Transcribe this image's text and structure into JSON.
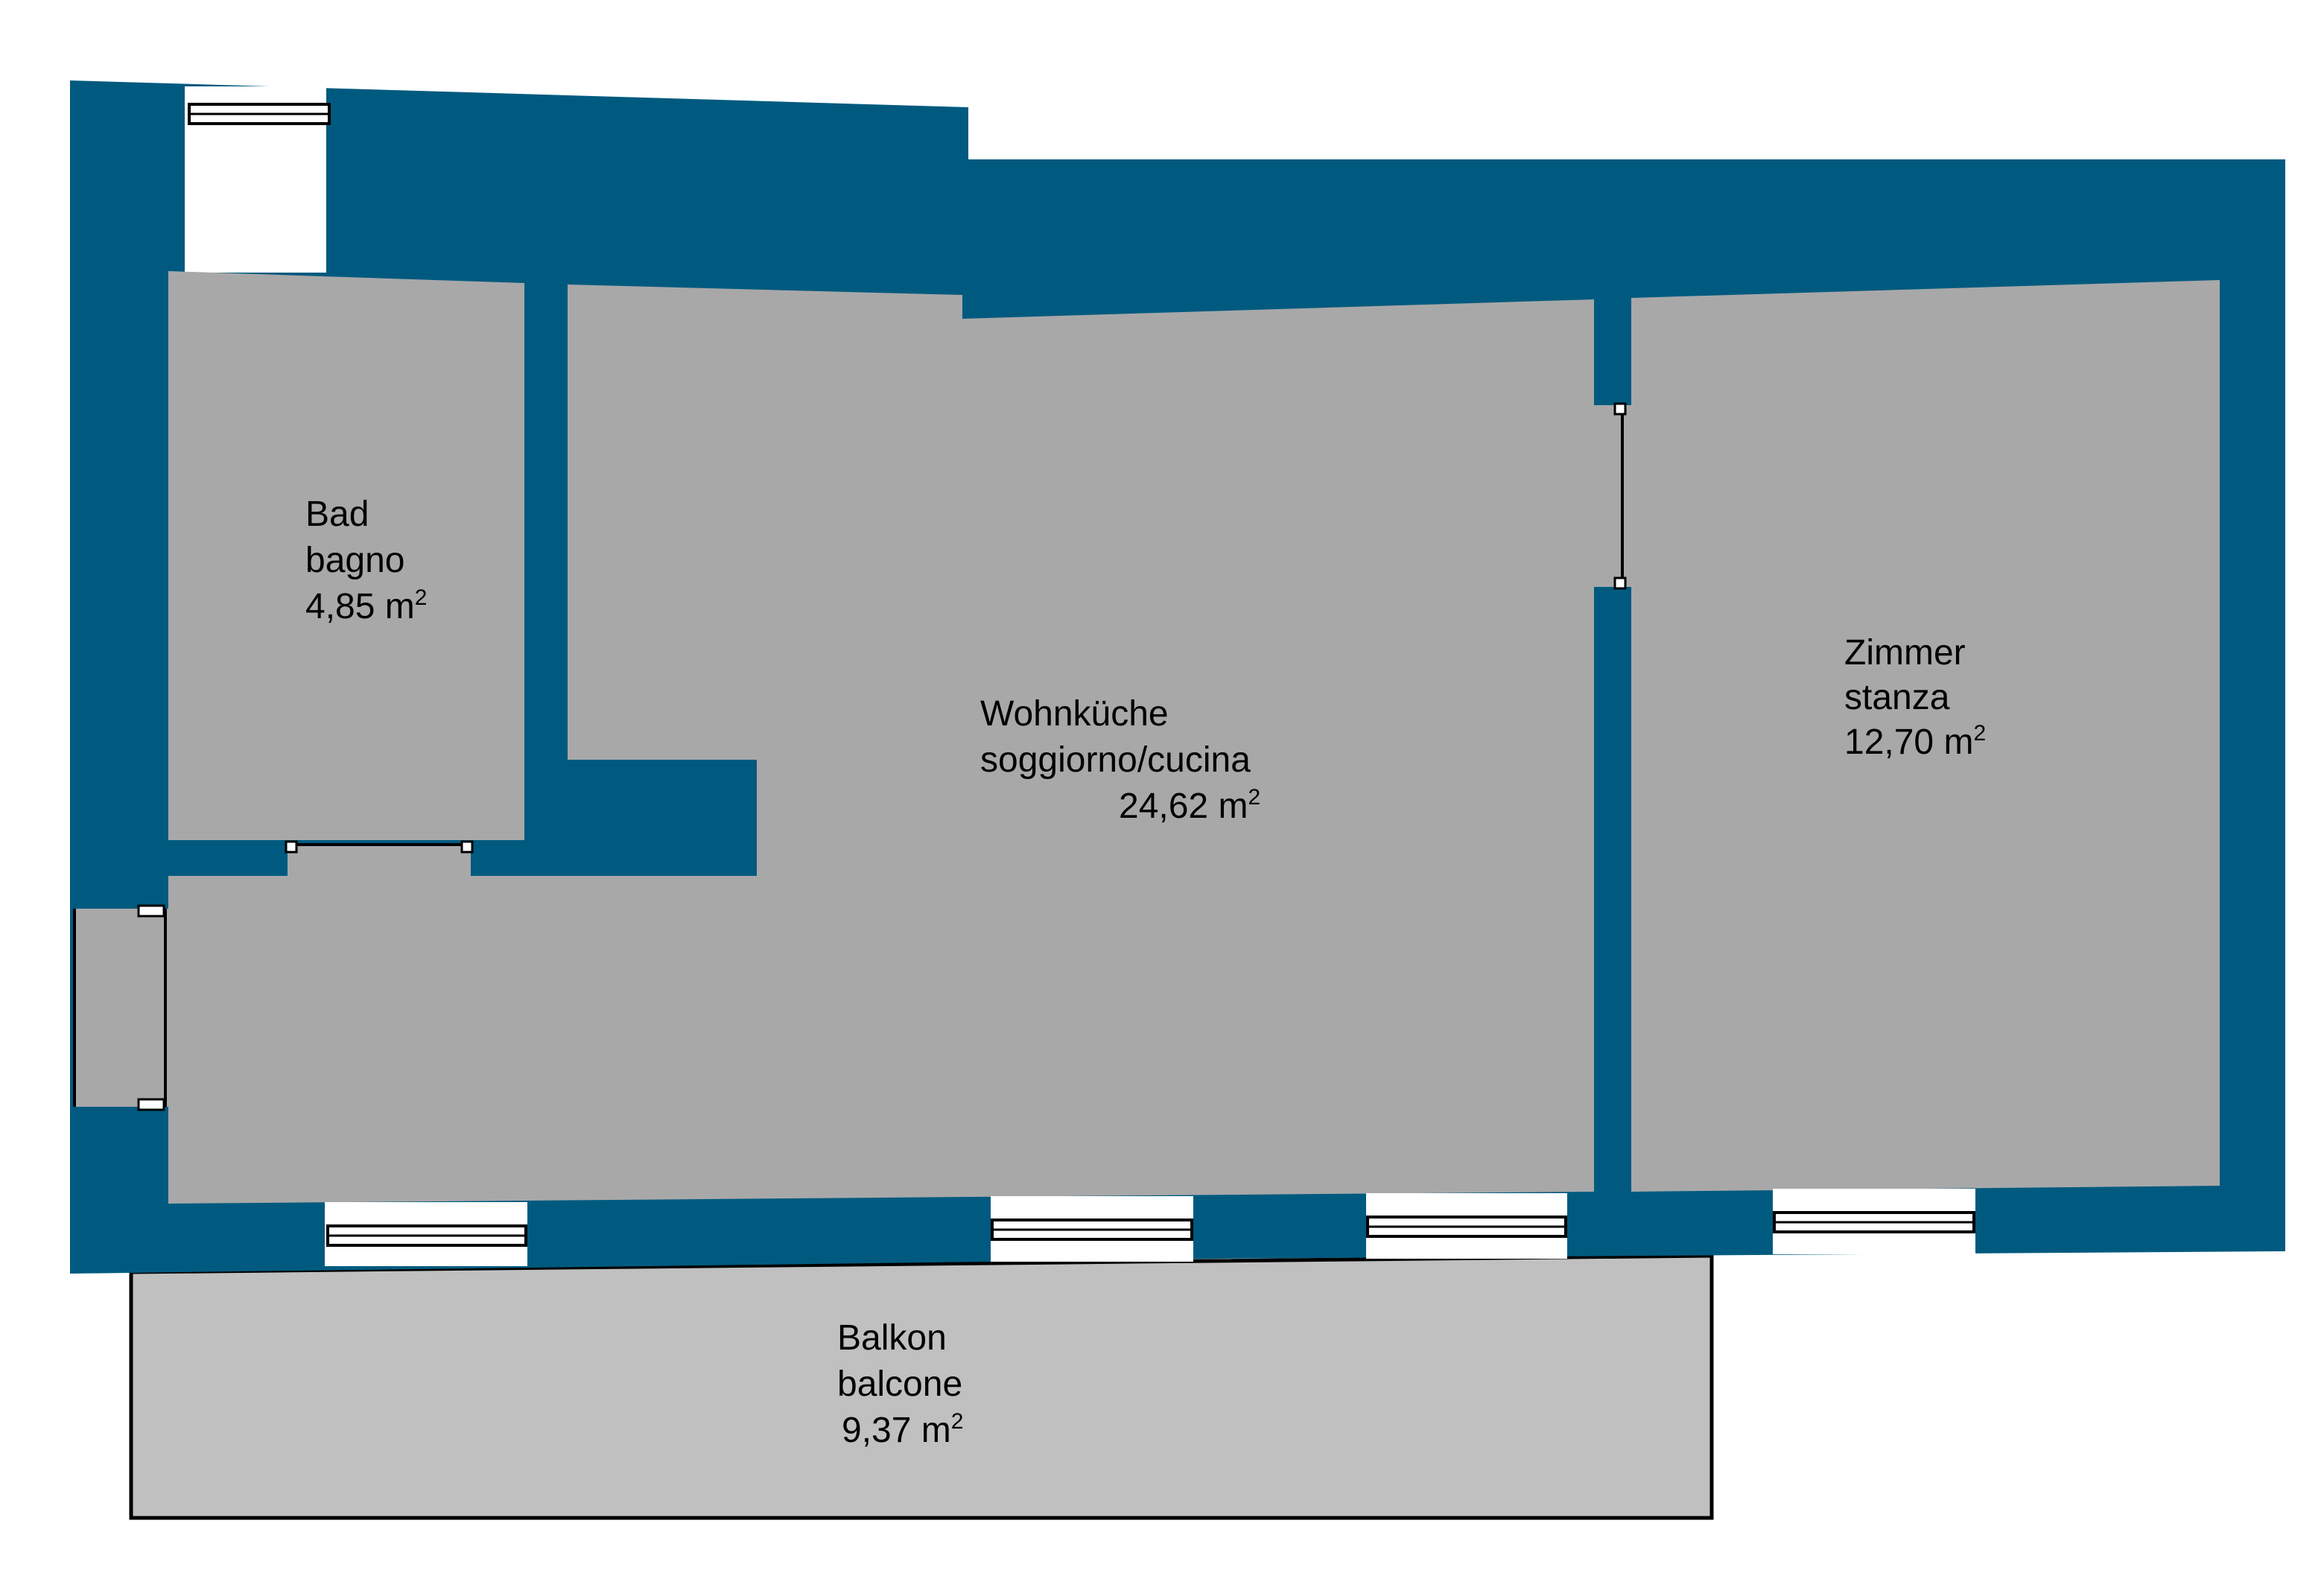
{
  "colors": {
    "wall": "#005a7f",
    "floor": "#a8a8a8",
    "balcony": "#c0c0c0",
    "window": "#ffffff",
    "outline": "#000000"
  },
  "rooms": {
    "bad": {
      "name_de": "Bad",
      "name_it": "bagno",
      "area": "4,85 m",
      "unit_sup": "2"
    },
    "wohnkueche": {
      "name_de": "Wohnküche",
      "name_it": "soggiorno/cucina",
      "area": "24,62 m",
      "unit_sup": "2"
    },
    "zimmer": {
      "name_de": "Zimmer",
      "name_it": "stanza",
      "area": "12,70 m",
      "unit_sup": "2"
    },
    "balkon": {
      "name_de": "Balkon",
      "name_it": "balcone",
      "area": "9,37 m",
      "unit_sup": "2"
    }
  }
}
